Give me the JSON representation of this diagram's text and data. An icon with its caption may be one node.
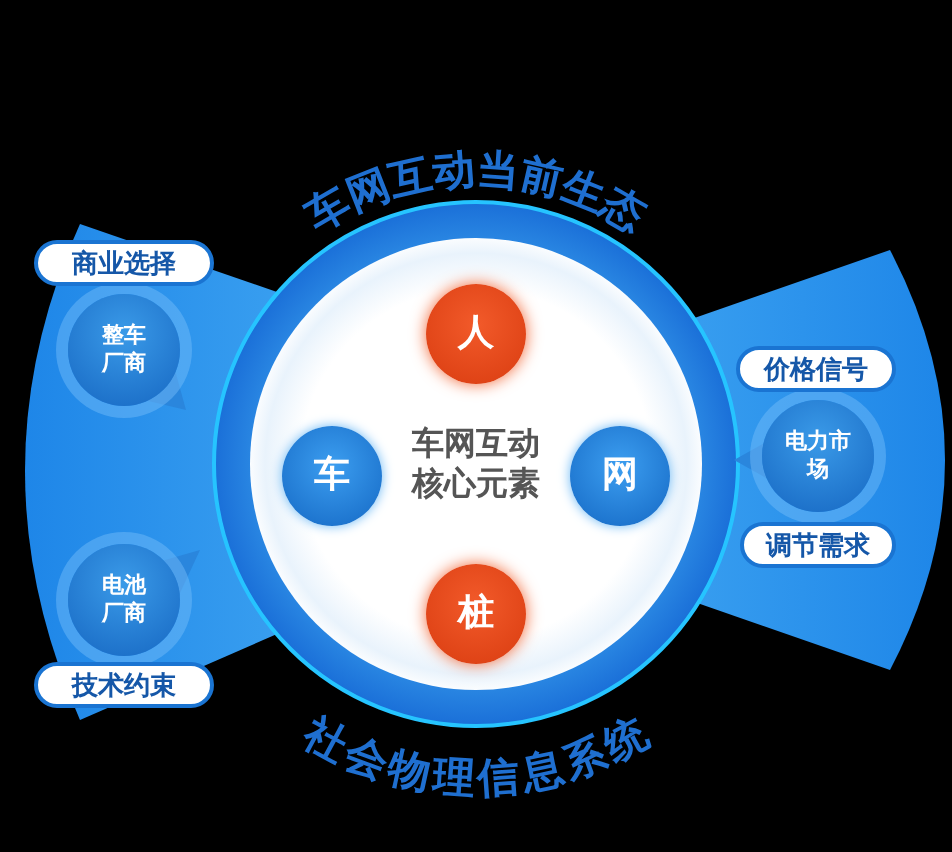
{
  "diagram": {
    "nodes": [
      {
        "text": [
          "车网互动核心元素"
        ]
      },
      {
        "text": [
          "人"
        ],
        "in": 0
      },
      {
        "text": [
          "车"
        ],
        "in": 0
      },
      {
        "text": [
          "网"
        ],
        "in": 0
      },
      {
        "text": [
          "桩"
        ],
        "in": 0
      },
      {
        "text": [
          "整车厂商"
        ],
        "beside": [
          "商业选择"
        ]
      },
      {
        "text": [
          "电池厂商"
        ],
        "beside": [
          "技术约束"
        ]
      },
      {
        "text": [
          "电力市场"
        ],
        "beside": [
          "价格信号",
          "调节需求"
        ]
      }
    ],
    "edges": [],
    "labels": [
      "车网互动当前生态",
      "社会物理信息系统"
    ]
  }
}
